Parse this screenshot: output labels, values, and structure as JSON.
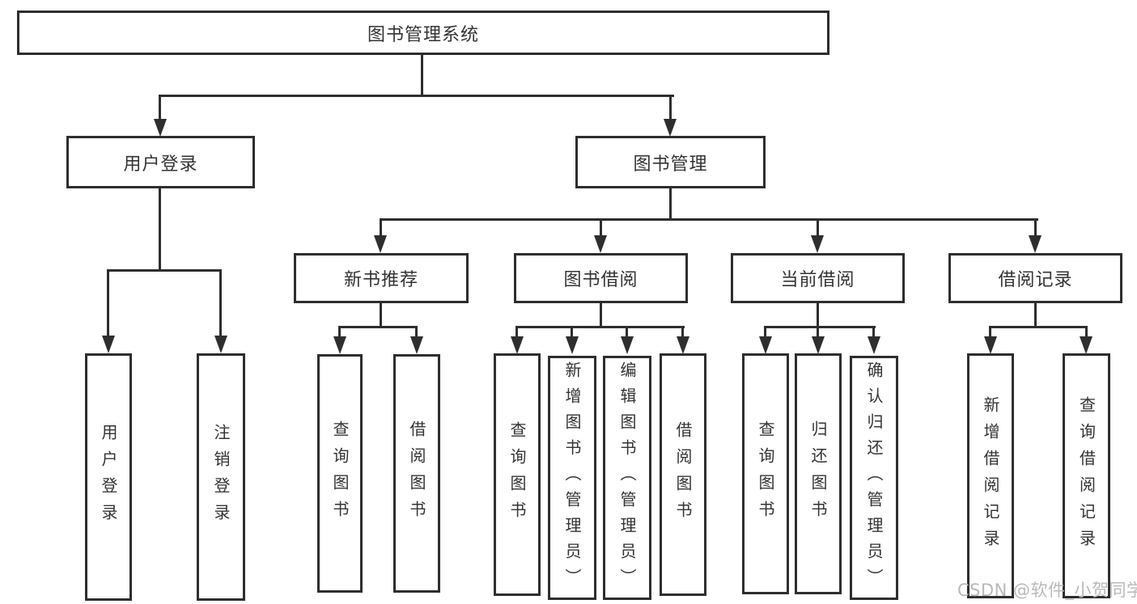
{
  "diagram": {
    "root": {
      "label": "图书管理系统"
    },
    "level2": [
      {
        "label": "用户登录"
      },
      {
        "label": "图书管理"
      }
    ],
    "level3": [
      {
        "label": "新书推荐"
      },
      {
        "label": "图书借阅"
      },
      {
        "label": "当前借阅"
      },
      {
        "label": "借阅记录"
      }
    ],
    "leaves": {
      "user_login": [
        "用户登录",
        "注销登录"
      ],
      "new_book_recommend": [
        "查询图书",
        "借阅图书"
      ],
      "book_borrow": [
        "查询图书",
        "新增图书（管理员）",
        "编辑图书（管理员）",
        "借阅图书"
      ],
      "current_borrow": [
        "查询图书",
        "归还图书",
        "确认归还（管理员）"
      ],
      "borrow_records": [
        "新增借阅记录",
        "查询借阅记录"
      ]
    }
  },
  "watermark": "CSDN @软件_小贺同学",
  "colors": {
    "line": "#2e2e2e",
    "text": "#333333",
    "background": "#ffffff",
    "watermark": "#b9b9b9"
  }
}
